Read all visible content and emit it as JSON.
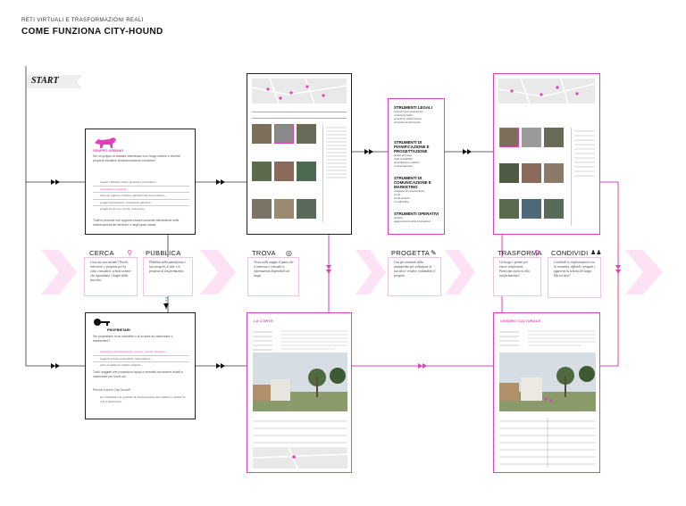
{
  "header": {
    "kicker": "RETI VIRTUALI E TRASFORMAZIONI REALI",
    "title": "COME FUNZIONA CITY-HOUND"
  },
  "start_label": "START",
  "actions": [
    {
      "label": "CERCA",
      "icon": "search-icon",
      "text": "Cosa sta succedendo? Eventi, interventi, e proposte per la citta, consulta le schede urbane che riguardano i luoghi della tua citta."
    },
    {
      "label": "PUBBLICA",
      "icon": "none",
      "text": "Pubblica sulla piattaforma i tuoi progetti, le idee e le proposte di trasformazione."
    },
    {
      "label": "TROVA",
      "icon": "target-icon",
      "text": "Trova nella mappa il punto che ti interessa e consulta le informazioni disponibili sul luogo."
    },
    {
      "label": "PROGETTA",
      "icon": "pencil-icon",
      "text": "Usa gli strumenti della piattaforma per sviluppare la tua idea e rendere realizzabile il progetto."
    },
    {
      "label": "TRASFORMA",
      "icon": "search-icon",
      "text": "Un luogo e pronto per essere trasformato. Partecipa anche tu alla trasformazione!"
    },
    {
      "label": "CONDIVIDI",
      "icon": "people-icon",
      "text": "Condividi le trasformazioni con la comunita, diffondi i progetti e aggiorna la scheda del luogo. Hai un'idea?"
    }
  ],
  "urban_group": {
    "name": "GRUPPO URBANO",
    "intro": "Sei un gruppo di cittadini interessato a un luogo urbano e vorresti proporre iniziative di trasformazione condivise?",
    "items": [
      "singoli cittadini, artisti, pensatori, innovatori...",
      "associazioni culturali",
      "start up, imprese creative, operatori del terzo settore...",
      "gruppi di promotori, comitati di quartiere...",
      "gruppi di ricerca, scuole, universita..."
    ],
    "footer": "Tutte le persone che vogliono essere coinvolte attivamente nelle trasformazioni del territorio e degli spazi urbani."
  },
  "owners": {
    "name": "PROPRIETARI",
    "intro": "Sei proprietario di un immobile o di un'area da valorizzare o trasformare?",
    "items": [
      "pubbliche amministrazioni, comuni, regioni, demanio...",
      "soggetti privati, proprietari, imprenditori...",
      "enti e fondazioni, istituti religiosi..."
    ],
    "footer": "Tutti i soggetti che possiedono spazi e immobili da rendere fruibili e valorizzare per nuovi usi.",
    "footer_label": "Perche ti serve City-Hound?",
    "bullet": "per individuare le proposte di trasformazione dei cittadini e mettere in rete il patrimonio."
  },
  "tools": [
    {
      "title": "STRUMENTI LEGALI",
      "items": [
        "contratti d'uso temporaneo",
        "consulenza legale",
        "accordi di collaborazione",
        "normativa di riferimento"
      ]
    },
    {
      "title": "STRUMENTI DI PIANIFICAZIONE E PROGETTAZIONE",
      "items": [
        "analisi del luogo",
        "studi di fattibilita",
        "progettazione condivisa",
        "cronoprogramma"
      ]
    },
    {
      "title": "STRUMENTI DI COMUNICAZIONE E MARKETING",
      "items": [
        "campagne di comunicazione",
        "eventi",
        "social network",
        "crowdfunding"
      ]
    },
    {
      "title": "STRUMENTI OPERATIVI",
      "items": [
        "gestione",
        "aggiornamento delle informazioni"
      ]
    }
  ],
  "place_sheet": {
    "tag": "LA CORTE",
    "title": "Scheda del luogo"
  },
  "transformed_sheet": {
    "tag": "CENTRO CULTURALE"
  },
  "colors": {
    "accent": "#e23fbb",
    "strip": "#fde2f5",
    "ink": "#222222"
  }
}
